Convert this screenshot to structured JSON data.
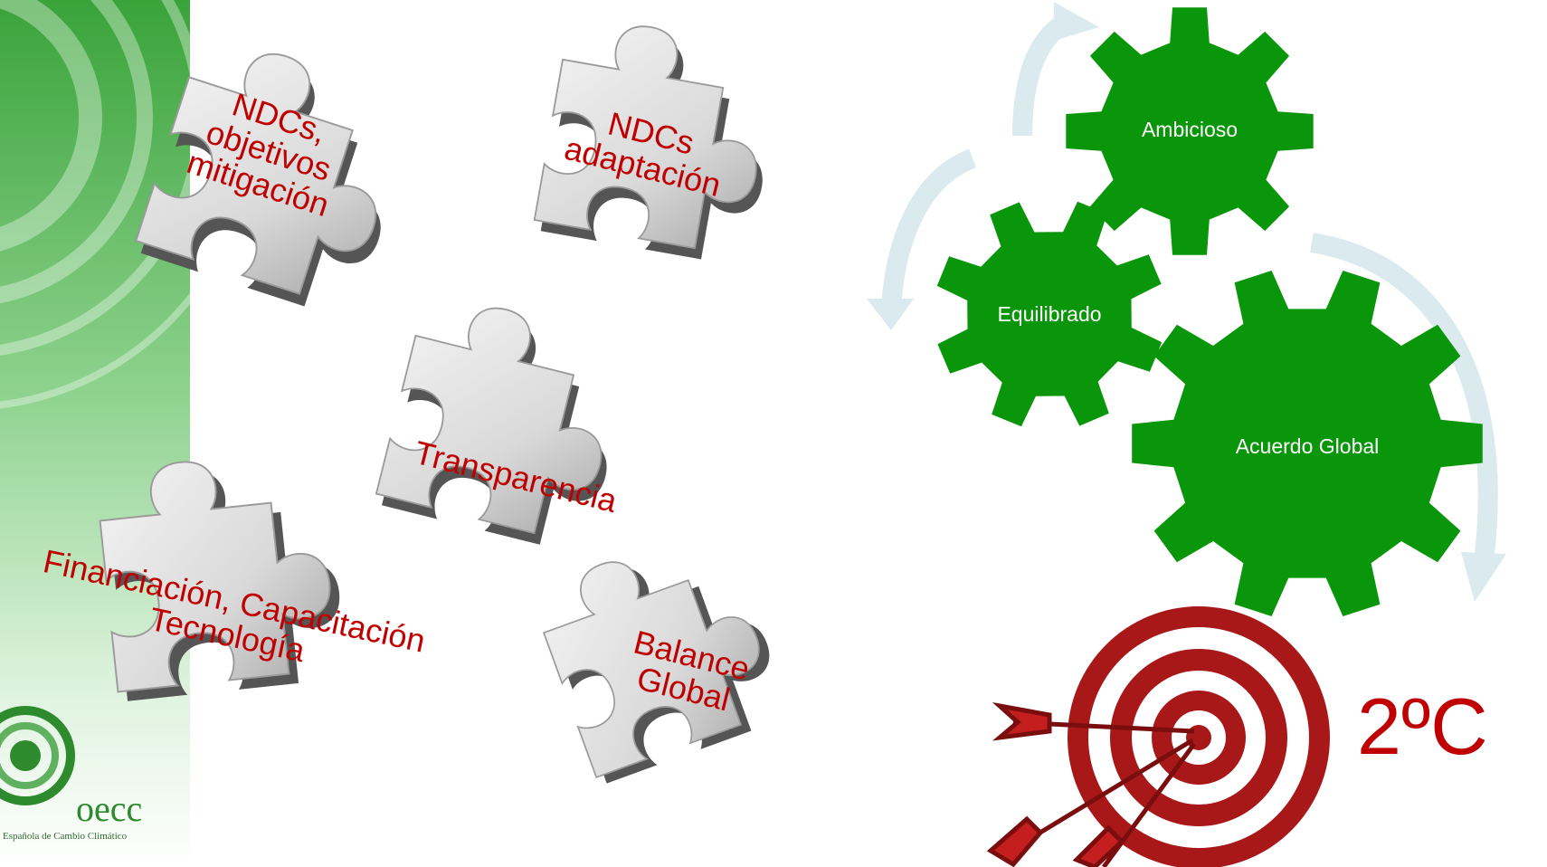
{
  "puzzle_pieces": [
    {
      "label": "NDCs,\nobjetivos\nmitigación"
    },
    {
      "label": "NDCs\nadaptación"
    },
    {
      "label": "Transparencia"
    },
    {
      "label": "Financiación, Capacitación\nTecnología"
    },
    {
      "label": "Balance\nGlobal"
    }
  ],
  "gears": [
    {
      "label": "Ambicioso"
    },
    {
      "label": "Equilibrado"
    },
    {
      "label": "Acuerdo Global"
    }
  ],
  "target_label": "2ºC",
  "logo": {
    "name": "oecc",
    "subtitle": "Española de Cambio Climático"
  },
  "colors": {
    "gear": "#0a960a",
    "accent": "#c00000",
    "arrow": "#daeaee",
    "sidebar": "#8fd08f"
  }
}
